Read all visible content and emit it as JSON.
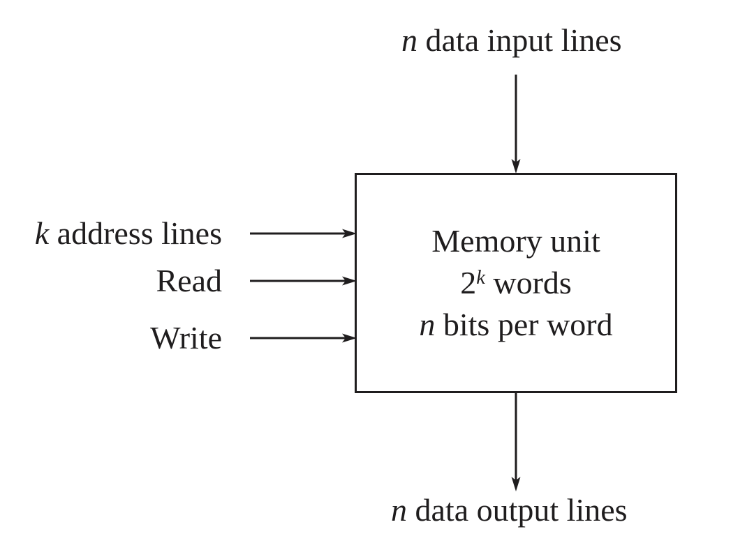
{
  "colors": {
    "ink": "#1f1d1e",
    "background": "#ffffff"
  },
  "top_label": {
    "variable": "n",
    "text": " data input lines"
  },
  "inputs": {
    "address": {
      "variable": "k",
      "text": " address lines"
    },
    "read": "Read",
    "write": "Write"
  },
  "memory_box": {
    "title": "Memory unit",
    "capacity_base": "2",
    "capacity_exponent": "k",
    "capacity_suffix": " words",
    "word_size_variable": "n",
    "word_size_text": " bits per word"
  },
  "bottom_label": {
    "variable": "n",
    "text": " data output lines"
  }
}
